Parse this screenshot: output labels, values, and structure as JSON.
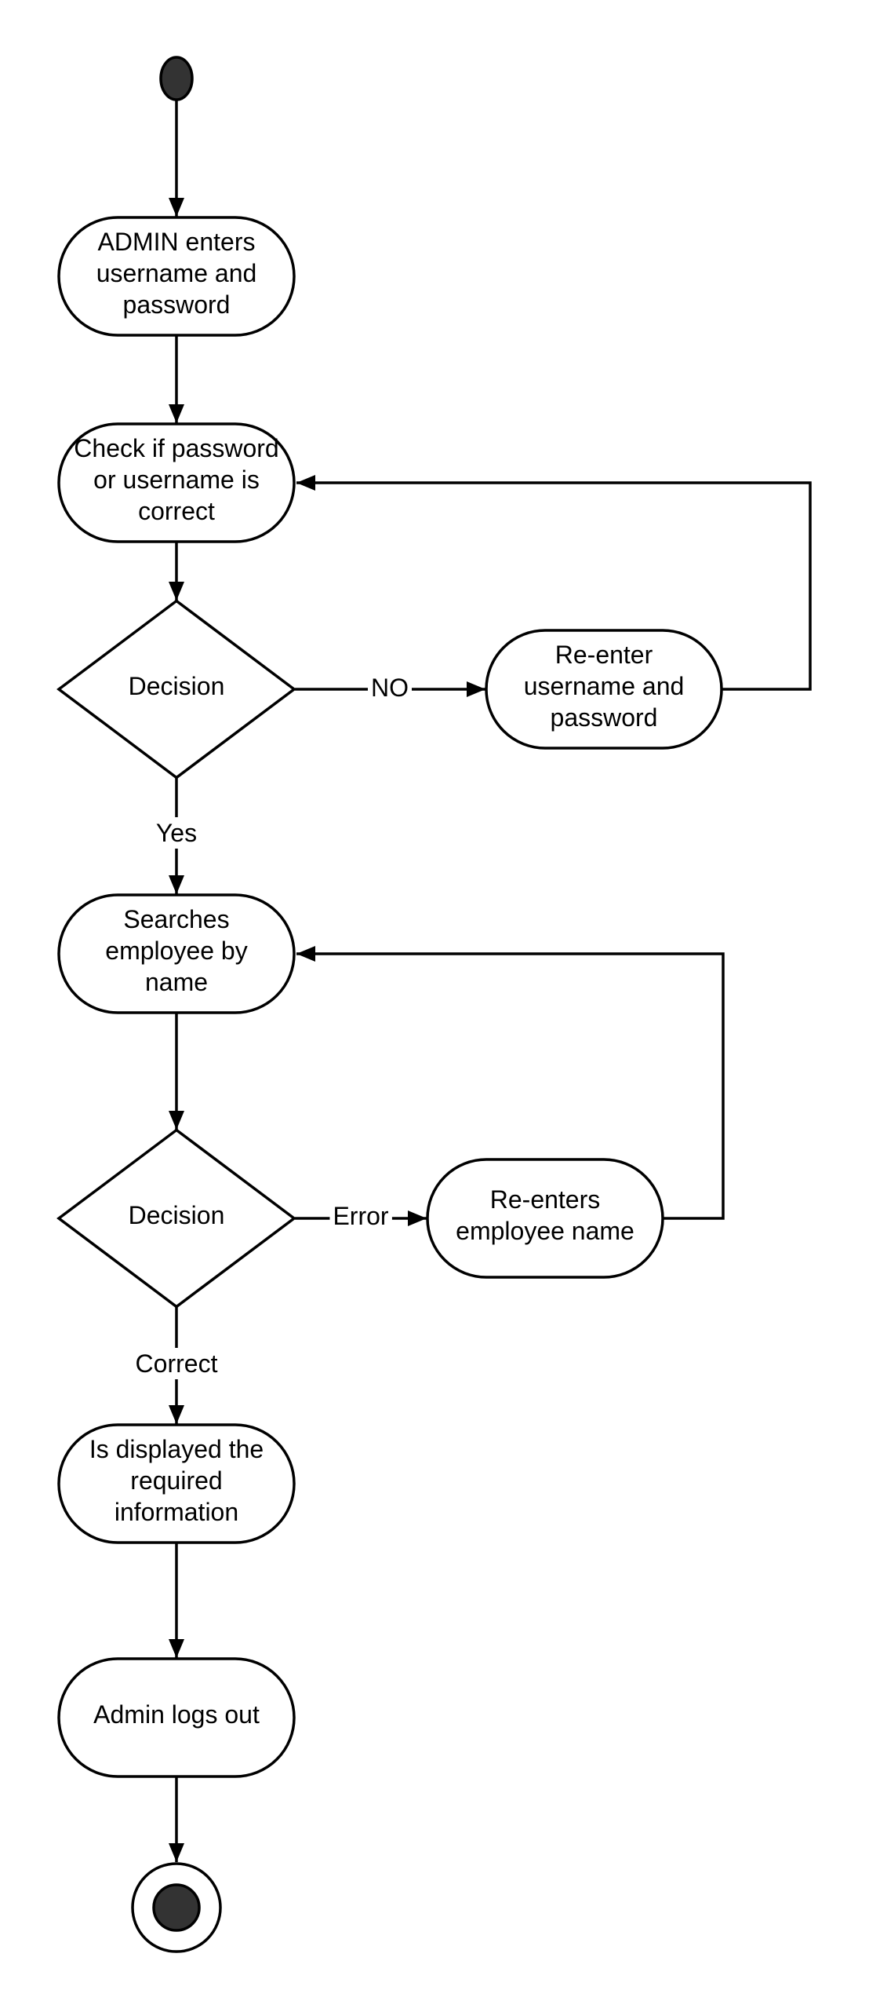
{
  "diagram": {
    "type": "activity-diagram",
    "colors": {
      "stroke": "#000000",
      "fill": "#ffffff",
      "terminal_fill": "#333333"
    },
    "nodes": {
      "start": {
        "kind": "start"
      },
      "admin_enters": {
        "kind": "action",
        "lines": [
          "ADMIN enters",
          "username and",
          "password"
        ]
      },
      "check": {
        "kind": "action",
        "lines": [
          "Check if password",
          "or username is",
          "correct"
        ]
      },
      "decision1": {
        "kind": "decision",
        "lines": [
          "Decision"
        ]
      },
      "reenter": {
        "kind": "action",
        "lines": [
          "Re-enter",
          "username and",
          "password"
        ]
      },
      "searches": {
        "kind": "action",
        "lines": [
          "Searches",
          "employee by",
          "name"
        ]
      },
      "decision2": {
        "kind": "decision",
        "lines": [
          "Decision"
        ]
      },
      "reenters_name": {
        "kind": "action",
        "lines": [
          "Re-enters",
          "employee name"
        ]
      },
      "displayed": {
        "kind": "action",
        "lines": [
          "Is displayed the",
          "required",
          "information"
        ]
      },
      "logs_out": {
        "kind": "action",
        "lines": [
          "Admin logs out"
        ]
      },
      "end": {
        "kind": "end"
      }
    },
    "edges": [
      {
        "from": "start",
        "to": "admin_enters",
        "label": ""
      },
      {
        "from": "admin_enters",
        "to": "check",
        "label": ""
      },
      {
        "from": "check",
        "to": "decision1",
        "label": ""
      },
      {
        "from": "decision1",
        "to": "reenter",
        "label": "NO"
      },
      {
        "from": "reenter",
        "to": "check",
        "label": ""
      },
      {
        "from": "decision1",
        "to": "searches",
        "label": "Yes"
      },
      {
        "from": "searches",
        "to": "decision2",
        "label": ""
      },
      {
        "from": "decision2",
        "to": "reenters_name",
        "label": "Error"
      },
      {
        "from": "reenters_name",
        "to": "searches",
        "label": ""
      },
      {
        "from": "decision2",
        "to": "displayed",
        "label": "Correct"
      },
      {
        "from": "displayed",
        "to": "logs_out",
        "label": ""
      },
      {
        "from": "logs_out",
        "to": "end",
        "label": ""
      }
    ]
  }
}
